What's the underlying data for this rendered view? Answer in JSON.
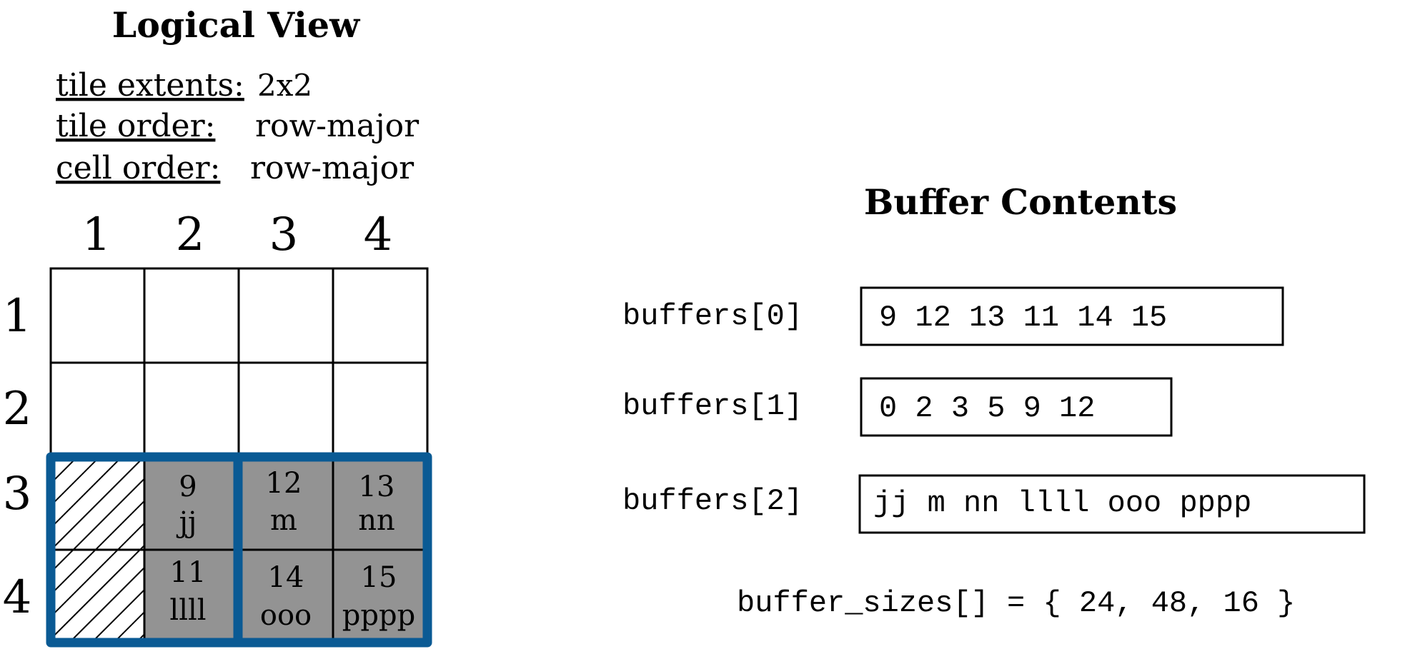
{
  "logical_view": {
    "title": "Logical View",
    "properties": [
      {
        "label": "tile extents:",
        "value": "2x2"
      },
      {
        "label": "tile order:",
        "value": "row-major"
      },
      {
        "label": "cell order:",
        "value": "row-major"
      }
    ],
    "column_labels": [
      "1",
      "2",
      "3",
      "4"
    ],
    "row_labels": [
      "1",
      "2",
      "3",
      "4"
    ],
    "cells": [
      {
        "row": 3,
        "col": 1,
        "hatched": true
      },
      {
        "row": 3,
        "col": 2,
        "number": "9",
        "text": "jj"
      },
      {
        "row": 3,
        "col": 3,
        "number": "12",
        "text": "m"
      },
      {
        "row": 3,
        "col": 4,
        "number": "13",
        "text": "nn"
      },
      {
        "row": 4,
        "col": 1,
        "hatched": true
      },
      {
        "row": 4,
        "col": 2,
        "number": "11",
        "text": "llll"
      },
      {
        "row": 4,
        "col": 3,
        "number": "14",
        "text": "ooo"
      },
      {
        "row": 4,
        "col": 4,
        "number": "15",
        "text": "pppp"
      }
    ],
    "colors": {
      "filled_cell": "#939393",
      "tile_border": "#0a5a94",
      "grid_line": "#000000"
    }
  },
  "buffer_contents": {
    "title": "Buffer Contents",
    "buffers": [
      {
        "label": "buffers[0]",
        "content": "9 12 13 11 14 15"
      },
      {
        "label": "buffers[1]",
        "content": "0 2 3 5 9 12"
      },
      {
        "label": "buffers[2]",
        "content": "jj m nn llll ooo pppp"
      }
    ],
    "buffer_sizes": "buffer_sizes[] = { 24, 48, 16 }"
  }
}
